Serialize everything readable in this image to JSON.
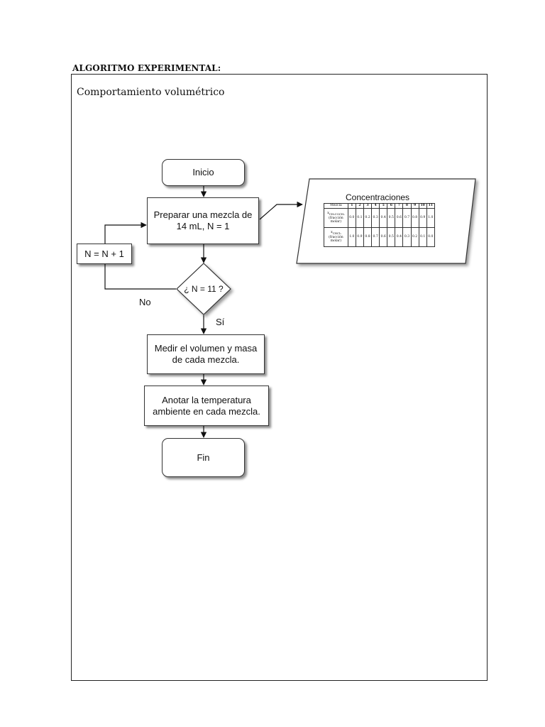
{
  "heading": "ALGORITMO EXPERIMENTAL:",
  "subtitle": "Comportamiento volumétrico",
  "flow": {
    "start": "Inicio",
    "prepare_line1": "Preparar una mezcla de",
    "prepare_line2": "14 mL, N = 1",
    "increment": "N = N + 1",
    "decision": "¿ N = 11 ?",
    "no_label": "No",
    "yes_label": "Sí",
    "measure_line1": "Medir el volumen y masa",
    "measure_line2": "de cada mezcla.",
    "record_line1": "Anotar la temperatura",
    "record_line2": "ambiente en cada mezcla.",
    "end": "Fin"
  },
  "concentrations": {
    "title": "Concentraciones",
    "header_label": "Mezcla",
    "columns": [
      "1",
      "2",
      "3",
      "4",
      "5",
      "6",
      "7",
      "8",
      "9",
      "10",
      "11"
    ],
    "row1": {
      "label_line1": "x",
      "label_sub": "CH₃COCH₃",
      "label_line2": "(fracción",
      "label_line3": "molar)",
      "values": [
        "0.0",
        "0.1",
        "0.2",
        "0.3",
        "0.4",
        "0.5",
        "0.6",
        "0.7",
        "0.8",
        "0.9",
        "1.0"
      ]
    },
    "row2": {
      "label_line1": "x",
      "label_sub": "CHCl₃",
      "label_line2": "(fracción",
      "label_line3": "molar)",
      "values": [
        "1.0",
        "0.9",
        "0.8",
        "0.7",
        "0.6",
        "0.5",
        "0.4",
        "0.3",
        "0.2",
        "0.1",
        "0.0"
      ]
    }
  }
}
